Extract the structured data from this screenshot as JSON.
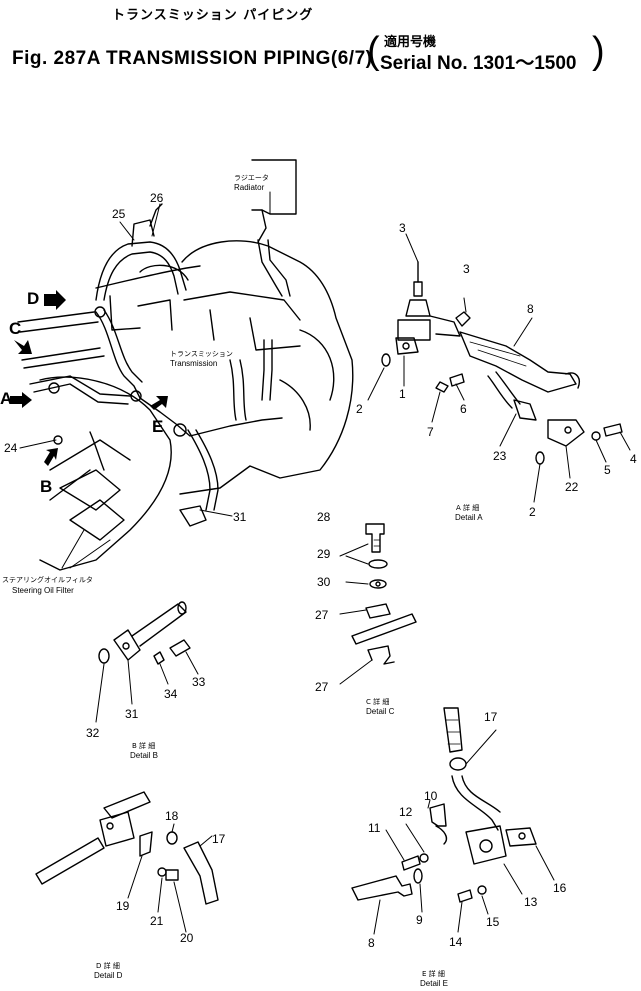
{
  "header": {
    "title_jp": "トランスミッション パイピング",
    "title": "Fig. 287A TRANSMISSION PIPING(6/7)",
    "serial_jp": "適用号機",
    "serial": "Serial No. 1301～1500"
  },
  "labels": {
    "radiator_jp": "ラジエータ",
    "radiator": "Radiator",
    "transmission_jp": "トランスミッション",
    "transmission": "Transmission",
    "steering_filter_jp": "ステアリングオイルフィルタ",
    "steering_filter": "Steering Oil Filter"
  },
  "arrows": {
    "a": "A",
    "b": "B",
    "c": "C",
    "d": "D",
    "e": "E"
  },
  "details": {
    "a_jp": "A 詳 細",
    "a": "Detail A",
    "b_jp": "B 詳 細",
    "b": "Detail B",
    "c_jp": "C 詳 細",
    "c": "Detail C",
    "d_jp": "D 詳 細",
    "d": "Detail D",
    "e_jp": "E 詳 細",
    "e": "Detail E"
  },
  "callouts": {
    "main_26": "26",
    "main_25": "25",
    "main_24": "24",
    "main_31": "31",
    "a_3a": "3",
    "a_3b": "3",
    "a_8": "8",
    "a_1": "1",
    "a_2a": "2",
    "a_7": "7",
    "a_6": "6",
    "a_23": "23",
    "a_22": "22",
    "a_5": "5",
    "a_4": "4",
    "a_2b": "2",
    "c_28": "28",
    "c_29": "29",
    "c_30": "30",
    "c_27a": "27",
    "c_27b": "27",
    "b_32": "32",
    "b_31": "31",
    "b_34": "34",
    "b_33": "33",
    "d_18": "18",
    "d_17": "17",
    "d_19": "19",
    "d_21": "21",
    "d_20": "20",
    "e_17": "17",
    "e_10": "10",
    "e_12": "12",
    "e_11": "11",
    "e_13": "13",
    "e_16": "16",
    "e_9": "9",
    "e_8": "8",
    "e_14": "14",
    "e_15": "15"
  }
}
